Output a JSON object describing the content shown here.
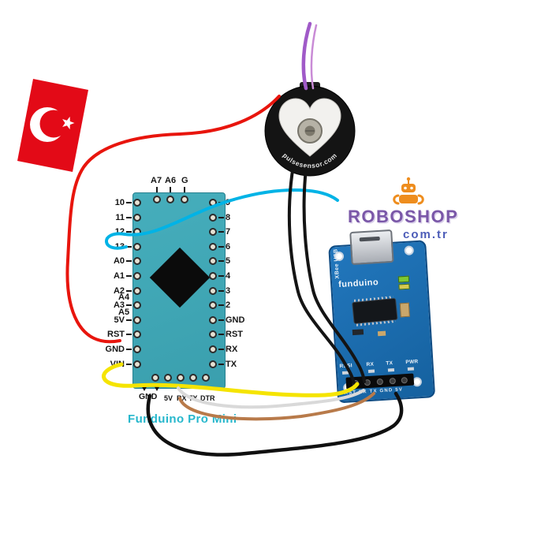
{
  "watermark": {
    "brand": "ROBOSHOP",
    "domain": "com.tr"
  },
  "pulse_sensor": {
    "ring_text": "pulsesensor.com"
  },
  "pro_mini": {
    "label": "Funduino Pro Mini",
    "top_pins": [
      "A7",
      "A6",
      "G"
    ],
    "left_pins": [
      "10",
      "11",
      "12",
      "13",
      "A0",
      "A1",
      "A2",
      "A3",
      "5V",
      "RST",
      "GND",
      "VIN"
    ],
    "inner_pins": [
      "A4",
      "A5"
    ],
    "right_pins": [
      "9",
      "8",
      "7",
      "6",
      "5",
      "4",
      "3",
      "2",
      "GND",
      "RST",
      "RX",
      "TX"
    ],
    "bottom_pins": [
      "GND",
      "5V",
      "RX",
      "TX",
      "DTR"
    ]
  },
  "xbee": {
    "brand": "funduino",
    "usb_label": "XBee USB",
    "indicators": [
      "RSSI",
      "RX",
      "TX",
      "PWR"
    ],
    "header_pins": "RST RX TX GND 5V"
  },
  "colors": {
    "flag_red": "#e30a17",
    "board_teal": "#3fa6b5",
    "xbee_blue": "#1c6cb0",
    "logo_purple": "#7a57a8",
    "logo_orange": "#ee8d1e",
    "wire_red": "#e8150d",
    "wire_cyan": "#00b3e6",
    "wire_purple": "#a05ac8",
    "wire_yellow": "#f5e400",
    "wire_black": "#141414",
    "wire_white": "#d9d9d9",
    "wire_brown": "#b87a4a"
  }
}
